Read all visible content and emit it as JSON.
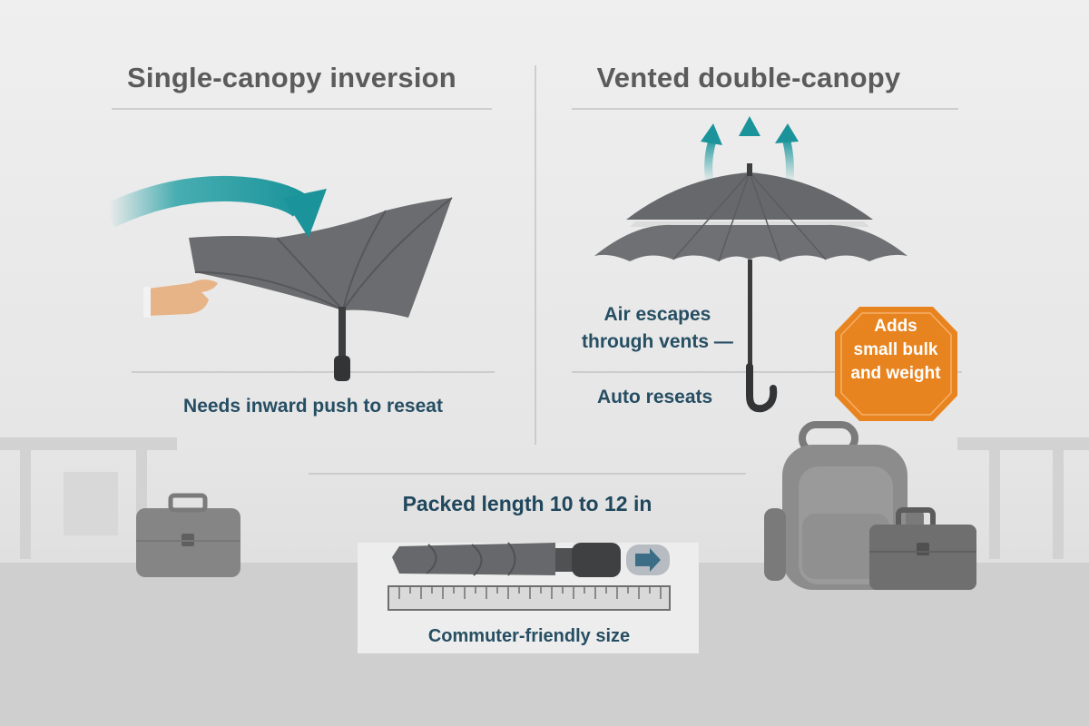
{
  "left_panel": {
    "title": "Single-canopy inversion",
    "caption": "Needs inward push to reseat"
  },
  "right_panel": {
    "title": "Vented double-canopy",
    "air_caption_line1": "Air escapes",
    "air_caption_line2": "through vents —",
    "reseat_caption": "Auto reseats",
    "badge_line1": "Adds",
    "badge_line2": "small bulk",
    "badge_line3": "and weight"
  },
  "packed": {
    "heading": "Packed length 10 to 12 in",
    "caption": "Commuter-friendly size"
  },
  "colors": {
    "teal_arrow": "#1f9ea3",
    "heading_text": "#264e63",
    "title_text": "#5b5b5b",
    "badge_orange": "#e8841f",
    "canopy_gray": "#6a6c6f"
  },
  "icons": [
    "wind-arrow-icon",
    "hand-icon",
    "vent-airflow-arrow-icon",
    "briefcase-icon",
    "backpack-icon",
    "ruler-icon",
    "folded-umbrella-icon"
  ]
}
